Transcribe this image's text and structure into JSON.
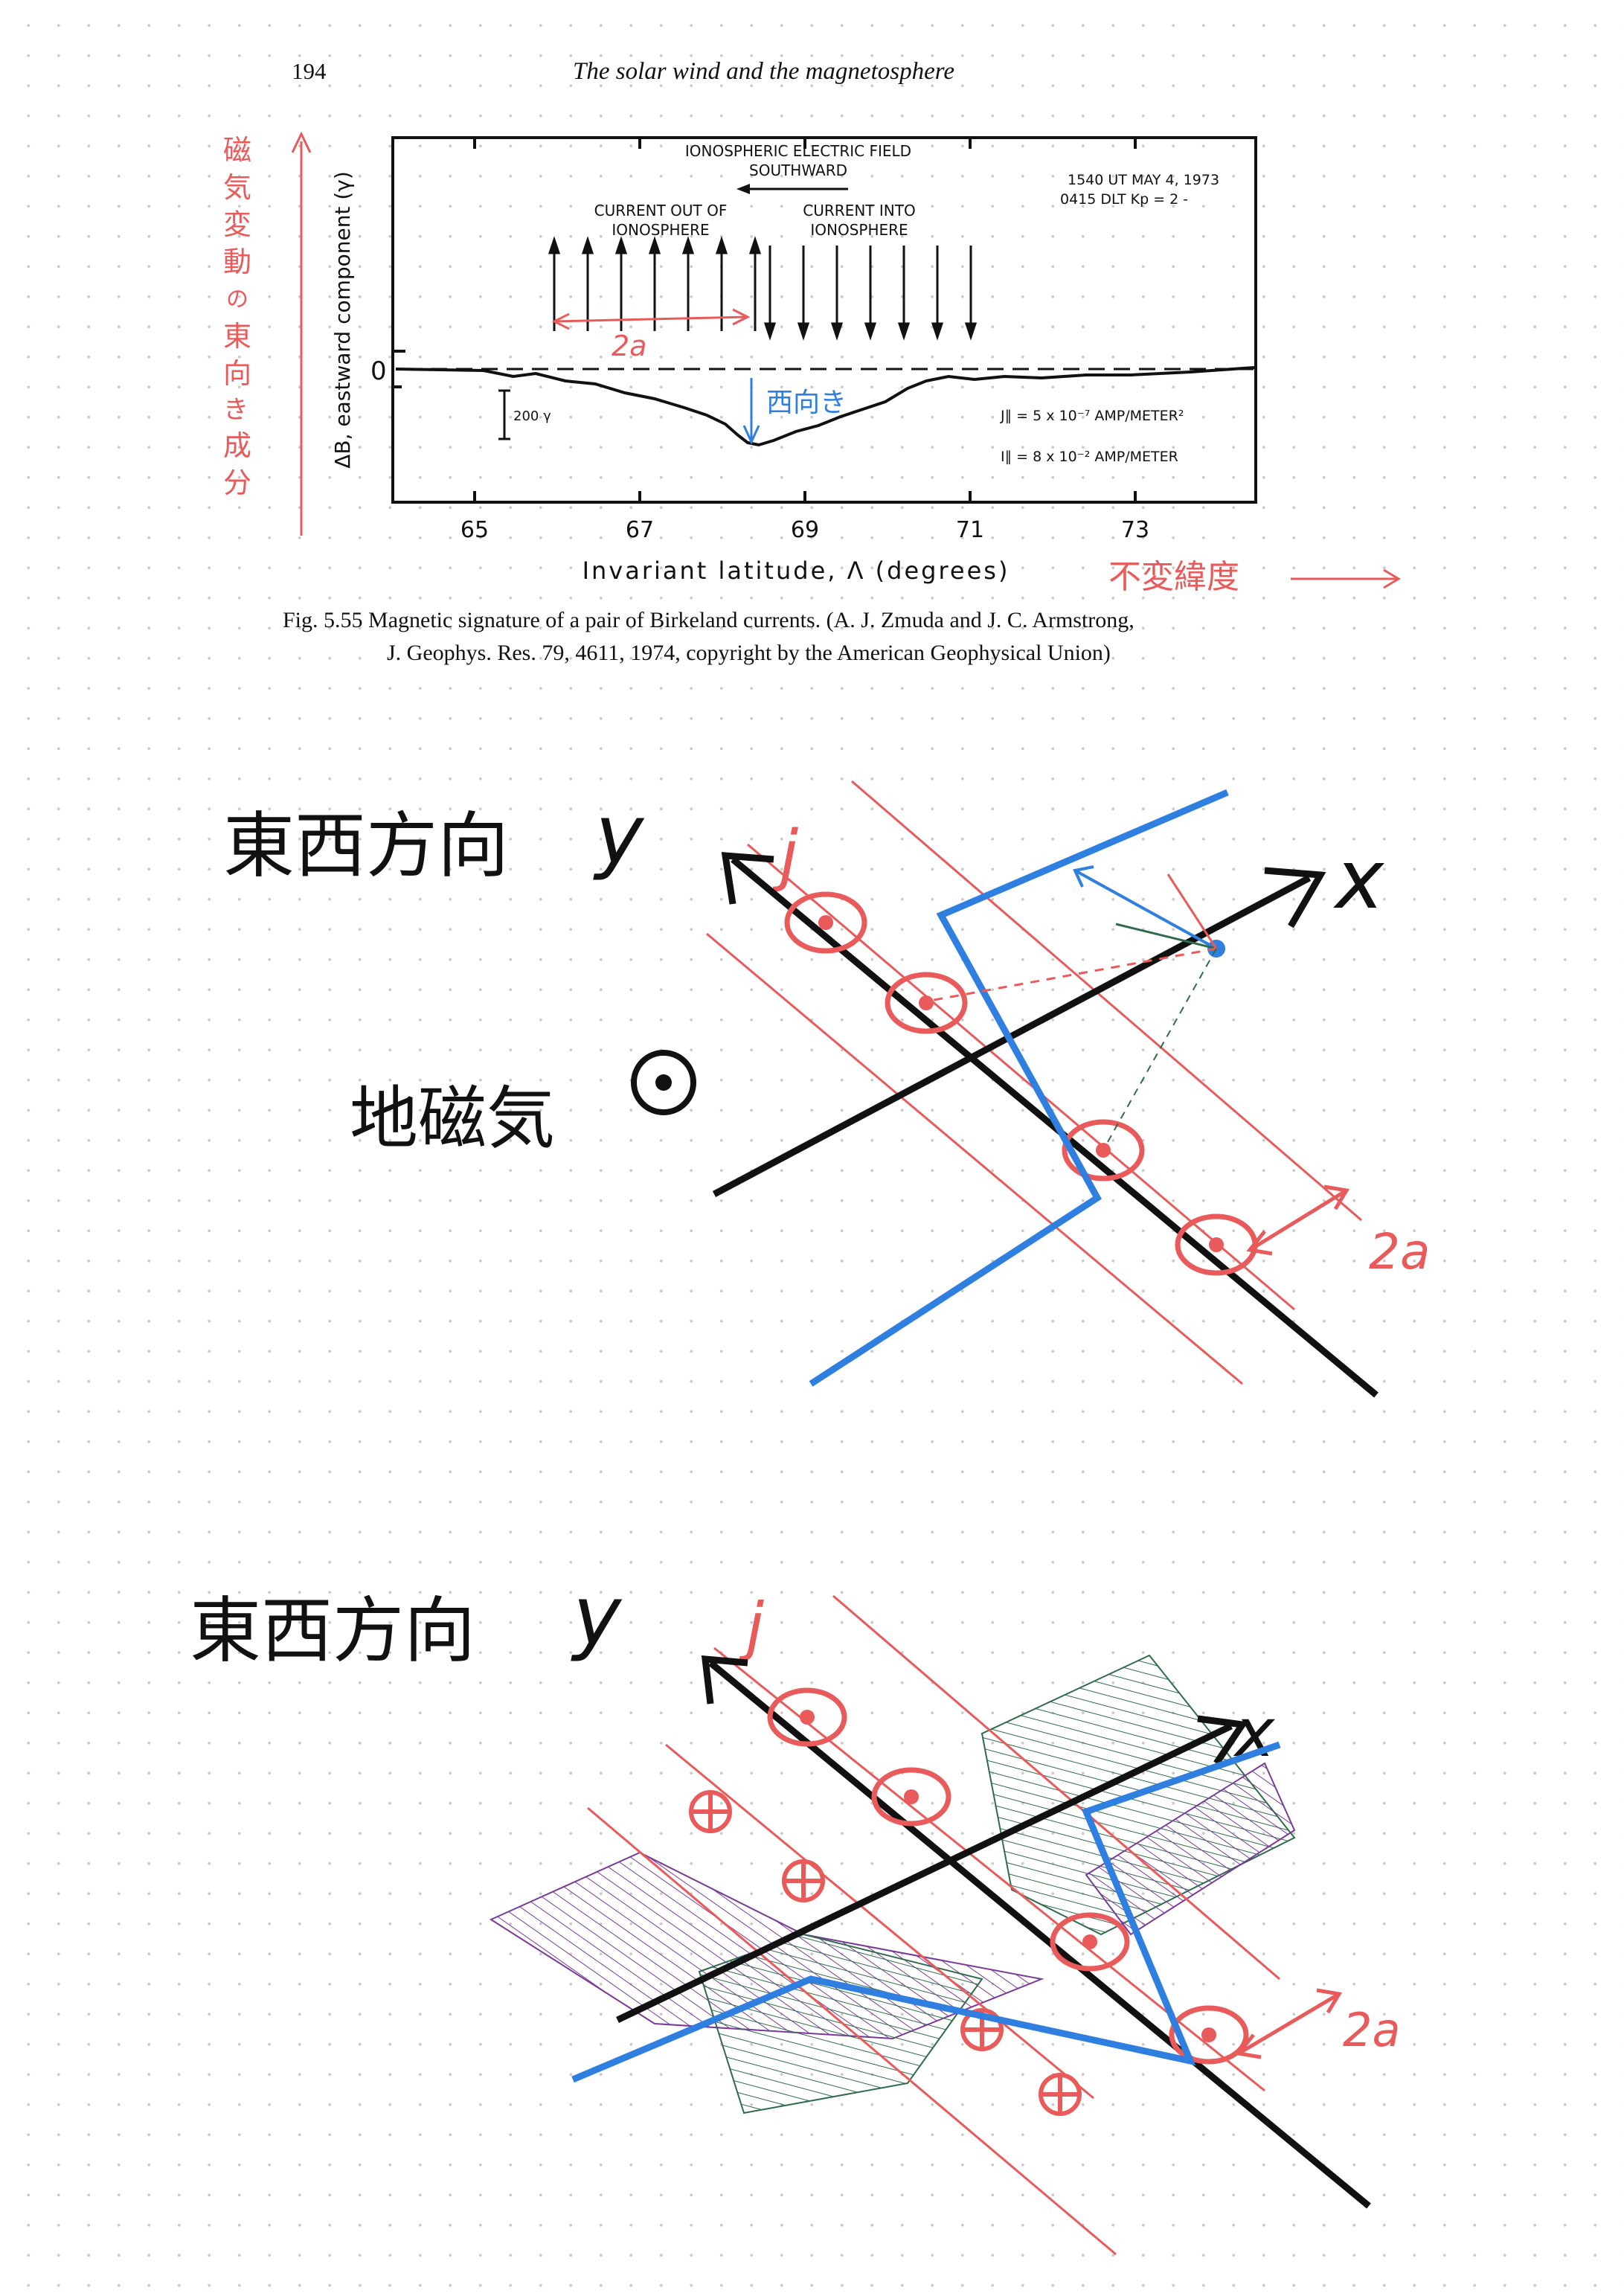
{
  "header": {
    "page_number": "194",
    "running_title": "The solar wind and the magnetosphere"
  },
  "figure": {
    "field_title_1": "IONOSPHERIC ELECTRIC FIELD",
    "field_title_2": "SOUTHWARD",
    "current_out_1": "CURRENT OUT OF",
    "current_out_2": "IONOSPHERE",
    "current_in_1": "CURRENT INTO",
    "current_in_2": "IONOSPHERE",
    "time_line_1": "1540 UT MAY 4, 1973",
    "time_line_2": "0415 DLT  Kp = 2 -",
    "jpar": "J∥ = 5 x 10⁻⁷ AMP/METER²",
    "ipar": "I∥ = 8 x 10⁻² AMP/METER",
    "scale_bar": "200 γ",
    "zero_label": "0",
    "y_axis_label": "ΔB, eastward component (γ)",
    "x_axis_label": "Invariant latitude, Λ (degrees)",
    "x_ticks": [
      "65",
      "67",
      "69",
      "71",
      "73"
    ]
  },
  "annotations": {
    "y_axis_jp": [
      "磁",
      "気",
      "変",
      "動",
      "の",
      "東",
      "向",
      "き",
      "成",
      "分"
    ],
    "x_axis_jp": "不変緯度",
    "width_label": "2a",
    "west_label": "西向き"
  },
  "caption": {
    "line1": "Fig. 5.55 Magnetic signature of a pair of Birkeland currents. (A. J. Zmuda and J. C. Armstrong,",
    "line2": "J. Geophys. Res. 79, 4611, 1974, copyright by the American Geophysical Union)"
  },
  "sketch1": {
    "ew_direction": "東西方向",
    "y_axis": "y",
    "x_axis": "x",
    "current": "j",
    "geomagnetic": "地磁気",
    "width": "2a"
  },
  "sketch2": {
    "ew_direction": "東西方向",
    "y_axis": "y",
    "x_axis": "x",
    "current": "j",
    "width": "2a"
  },
  "colors": {
    "annotation_red": "#e95a5a",
    "annotation_blue": "#2f7fe0",
    "hatch_green": "#2e6b4a",
    "hatch_purple": "#7a3a9a",
    "ink": "#111111"
  }
}
